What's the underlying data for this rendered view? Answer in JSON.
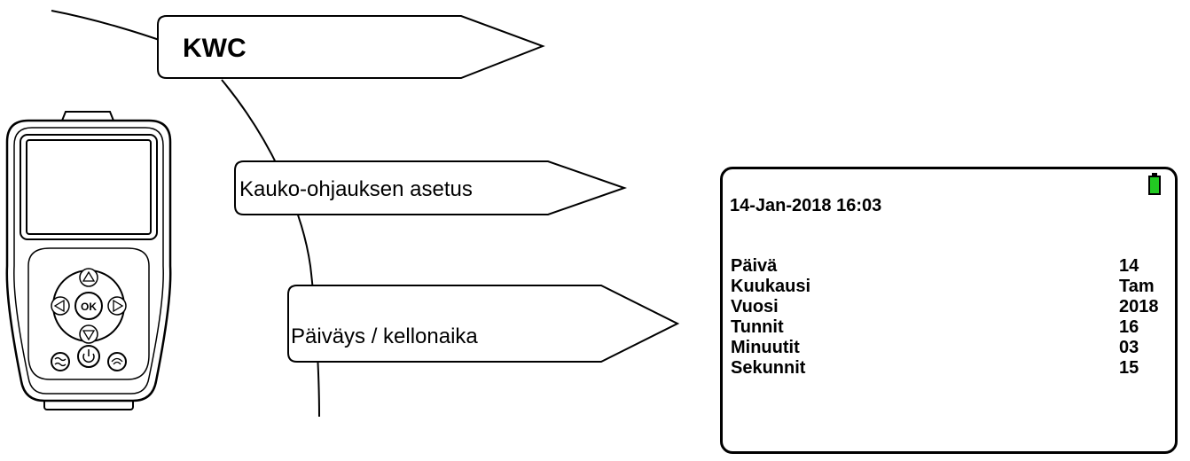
{
  "menu": {
    "root": "KWC",
    "item1": "Kauko-ohjauksen asetus",
    "item2": "Päiväys / kellonaika"
  },
  "screen": {
    "header": "14-Jan-2018 16:03",
    "battery_color": "#22c922",
    "rows": [
      {
        "label": "Päivä",
        "value": "14"
      },
      {
        "label": "Kuukausi",
        "value": "Tam"
      },
      {
        "label": "Vuosi",
        "value": "2018"
      },
      {
        "label": "Tunnit",
        "value": "16"
      },
      {
        "label": "Minuutit",
        "value": "03"
      },
      {
        "label": "Sekunnit",
        "value": "15"
      }
    ]
  },
  "device": {
    "ok_label": "OK"
  }
}
